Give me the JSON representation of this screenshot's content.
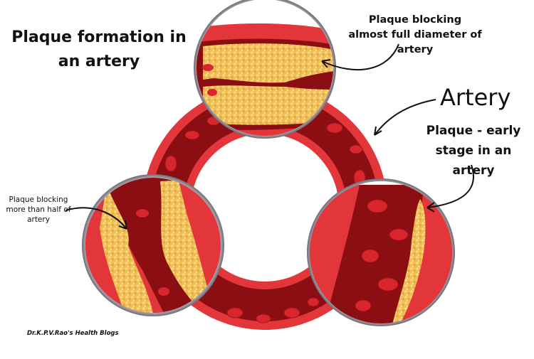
{
  "title": "Plaque formation in an artery",
  "labels": {
    "top": "Plaque  blocking almost full diameter of artery",
    "artery": "Artery",
    "early": "Plaque - early stage in an artery",
    "half": "Plaque  blocking more than half of artery"
  },
  "credit": "Dr.K.P.V.Rao's Health Blogs",
  "colors": {
    "artery_wall": "#e2363a",
    "blood": "#8a0e12",
    "plaque": "#f2c35a",
    "lens_rim": "#d9d6dc"
  }
}
